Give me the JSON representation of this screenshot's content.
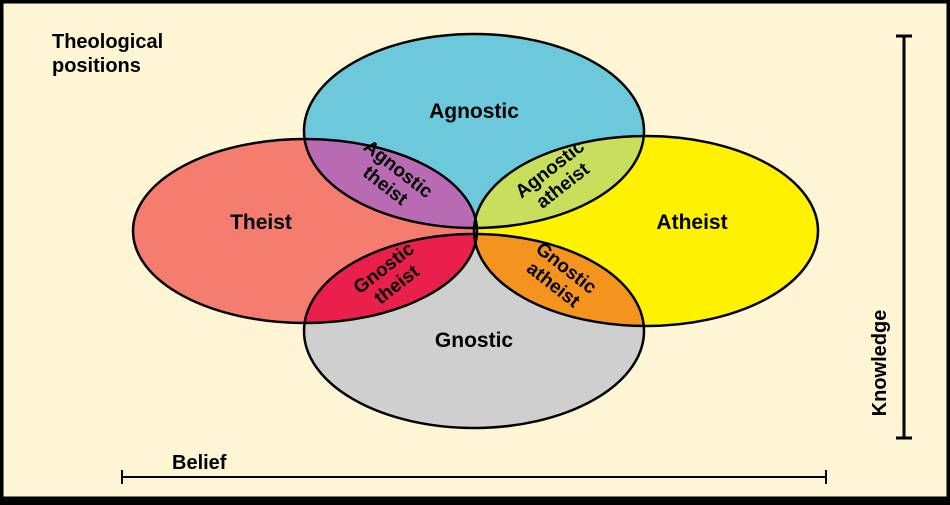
{
  "title_lines": [
    "Theological",
    "positions"
  ],
  "regions": {
    "agnostic": "Agnostic",
    "theist": "Theist",
    "atheist": "Atheist",
    "gnostic": "Gnostic"
  },
  "overlaps": {
    "agnostic_theist": [
      "Agnostic",
      "theist"
    ],
    "agnostic_atheist": [
      "Agnostic",
      "atheist"
    ],
    "gnostic_theist": [
      "Gnostic",
      "theist"
    ],
    "gnostic_atheist": [
      "Gnostic",
      "atheist"
    ]
  },
  "axes": {
    "belief": "Belief",
    "knowledge": "Knowledge"
  },
  "colors": {
    "background": "#fdf5d4",
    "border": "#000000",
    "agnostic": "#6cc9dc",
    "theist": "#f47d70",
    "atheist": "#fff200",
    "gnostic": "#cfcfcf",
    "agnostic_theist": "#b86bb3",
    "agnostic_atheist": "#c8de5c",
    "gnostic_theist": "#e8204b",
    "gnostic_atheist": "#f4941f"
  }
}
